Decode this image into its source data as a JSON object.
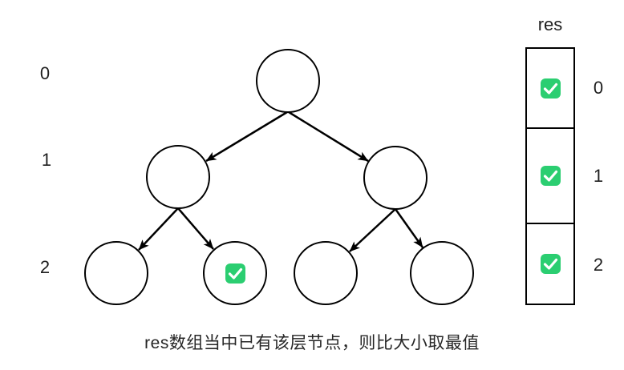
{
  "tree": {
    "level_labels": [
      "0",
      "1",
      "2"
    ],
    "nodes": [
      {
        "id": "root",
        "level": 0,
        "checked": false
      },
      {
        "id": "l1-left",
        "level": 1,
        "checked": false
      },
      {
        "id": "l1-right",
        "level": 1,
        "checked": false
      },
      {
        "id": "l2-1",
        "level": 2,
        "checked": false
      },
      {
        "id": "l2-2",
        "level": 2,
        "checked": true
      },
      {
        "id": "l2-3",
        "level": 2,
        "checked": false
      },
      {
        "id": "l2-4",
        "level": 2,
        "checked": false
      }
    ],
    "edges": [
      [
        "root",
        "l1-left"
      ],
      [
        "root",
        "l1-right"
      ],
      [
        "l1-left",
        "l2-1"
      ],
      [
        "l1-left",
        "l2-2"
      ],
      [
        "l1-right",
        "l2-3"
      ],
      [
        "l1-right",
        "l2-4"
      ]
    ]
  },
  "res": {
    "title": "res",
    "cells": [
      {
        "index": "0",
        "checked": true
      },
      {
        "index": "1",
        "checked": true
      },
      {
        "index": "2",
        "checked": true
      }
    ]
  },
  "caption": "res数组当中已有该层节点，则比大小取最值",
  "icons": {
    "check": "✓"
  },
  "colors": {
    "check_green": "#2bce71",
    "check_mark": "#ffffff",
    "stroke": "#000000",
    "text": "#1f1f1f",
    "background": "#ffffff"
  }
}
